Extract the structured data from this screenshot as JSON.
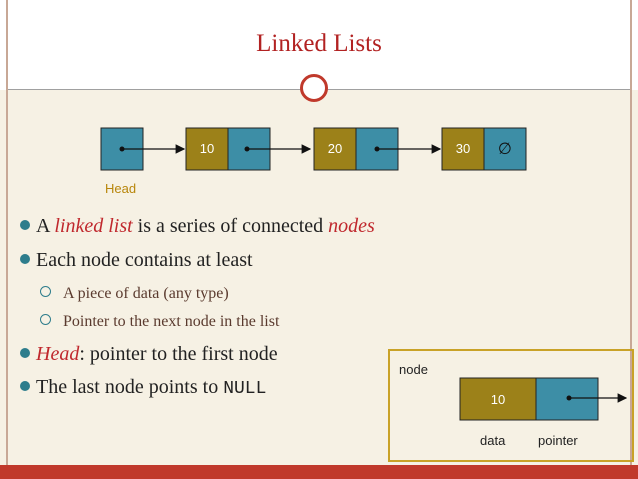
{
  "title": "Linked Lists",
  "diagram": {
    "head_label": "Head",
    "nodes": [
      "10",
      "20",
      "30"
    ],
    "null_symbol": "∅"
  },
  "bullets": {
    "b1_prefix": "A ",
    "b1_term": "linked list",
    "b1_middle": " is a series of connected ",
    "b1_term2": "nodes",
    "b2": "Each node contains at least",
    "sub1": "A piece of data (any type)",
    "sub2": "Pointer to the next node in the list",
    "b3_term": "Head",
    "b3_rest": ": pointer to the first node",
    "b4_prefix": "The last node points to ",
    "b4_code": "NULL"
  },
  "legend": {
    "title": "node",
    "value": "10",
    "data_label": "data",
    "pointer_label": "pointer"
  },
  "colors": {
    "title": "#b22222",
    "data_cell": "#9c8119",
    "pointer_cell": "#3d8ea6",
    "footer": "#c0392b",
    "highlight": "#c9a227"
  }
}
